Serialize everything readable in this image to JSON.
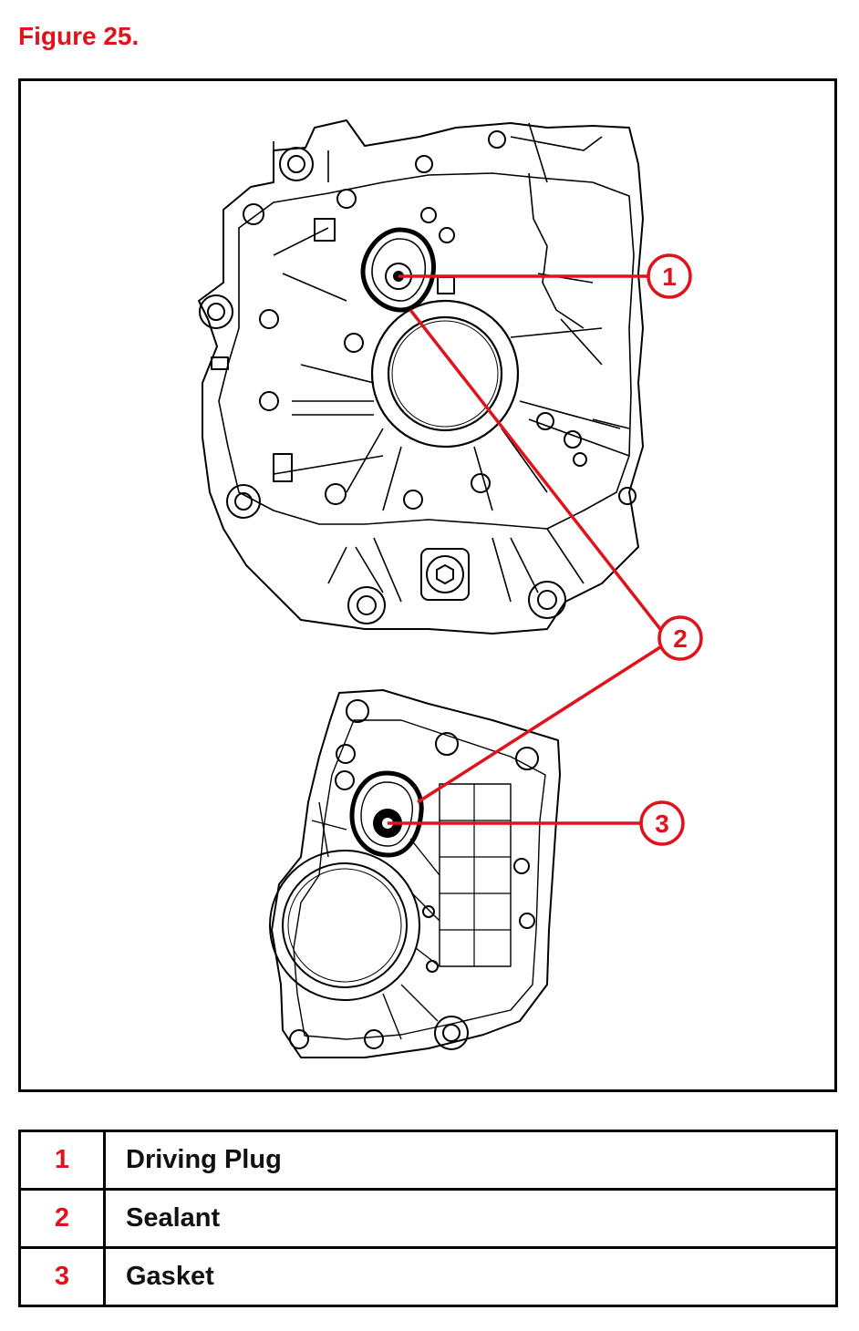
{
  "figure": {
    "title": "Figure 25."
  },
  "colors": {
    "accent": "#e0121b",
    "line": "#000000"
  },
  "callouts": [
    {
      "number": "1"
    },
    {
      "number": "2"
    },
    {
      "number": "3"
    }
  ],
  "legend": [
    {
      "number": "1",
      "label": "Driving Plug"
    },
    {
      "number": "2",
      "label": "Sealant"
    },
    {
      "number": "3",
      "label": "Gasket"
    }
  ]
}
